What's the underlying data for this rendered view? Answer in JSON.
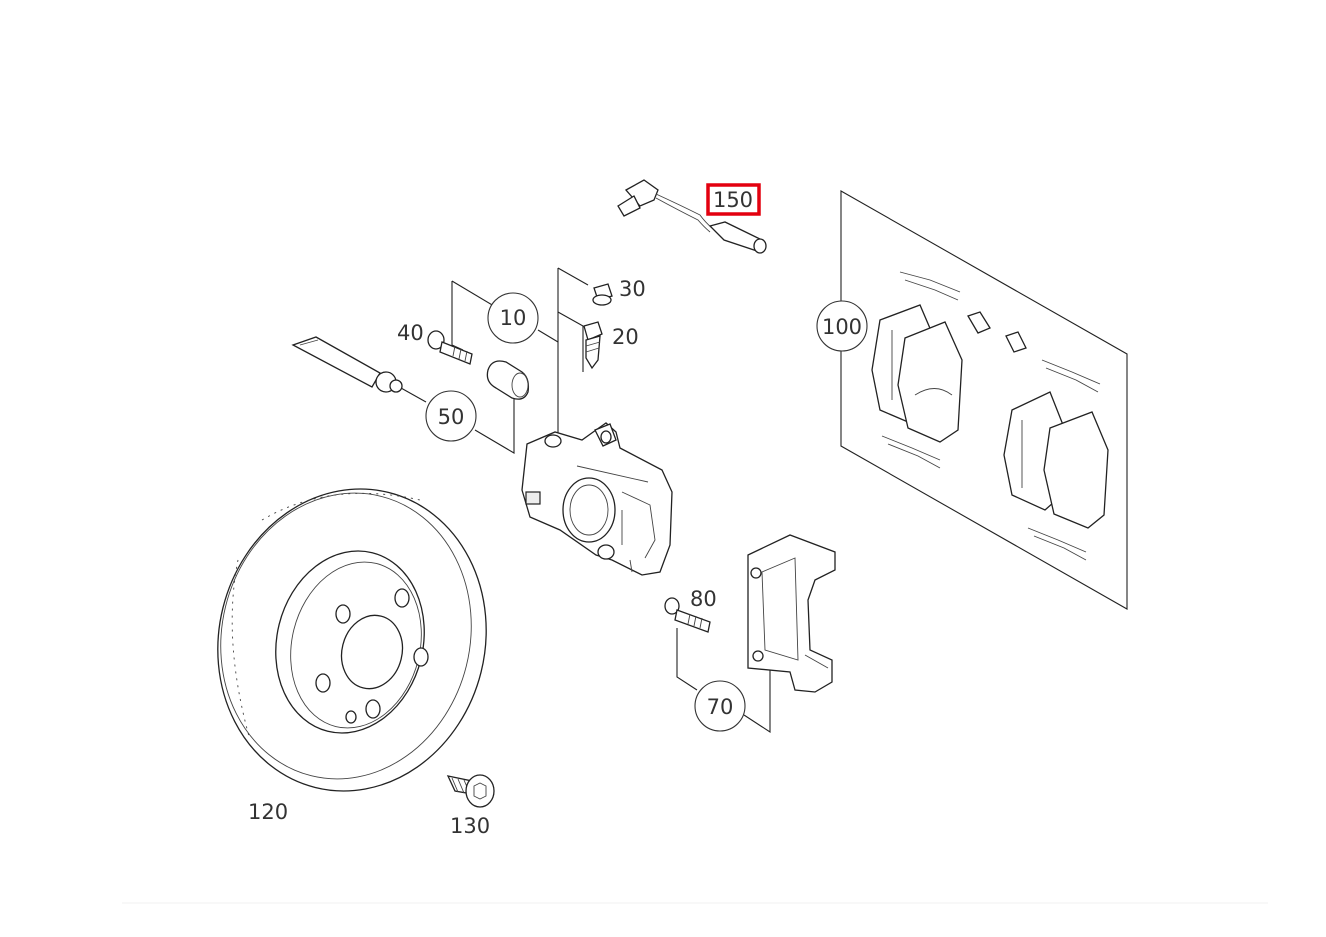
{
  "diagram": {
    "callouts": {
      "c10": "10",
      "c20": "20",
      "c30": "30",
      "c40": "40",
      "c50": "50",
      "c70": "70",
      "c80": "80",
      "c100": "100",
      "c120": "120",
      "c130": "130",
      "c150": "150"
    },
    "selected_callout": "150",
    "highlight_color": "#e3000f"
  }
}
